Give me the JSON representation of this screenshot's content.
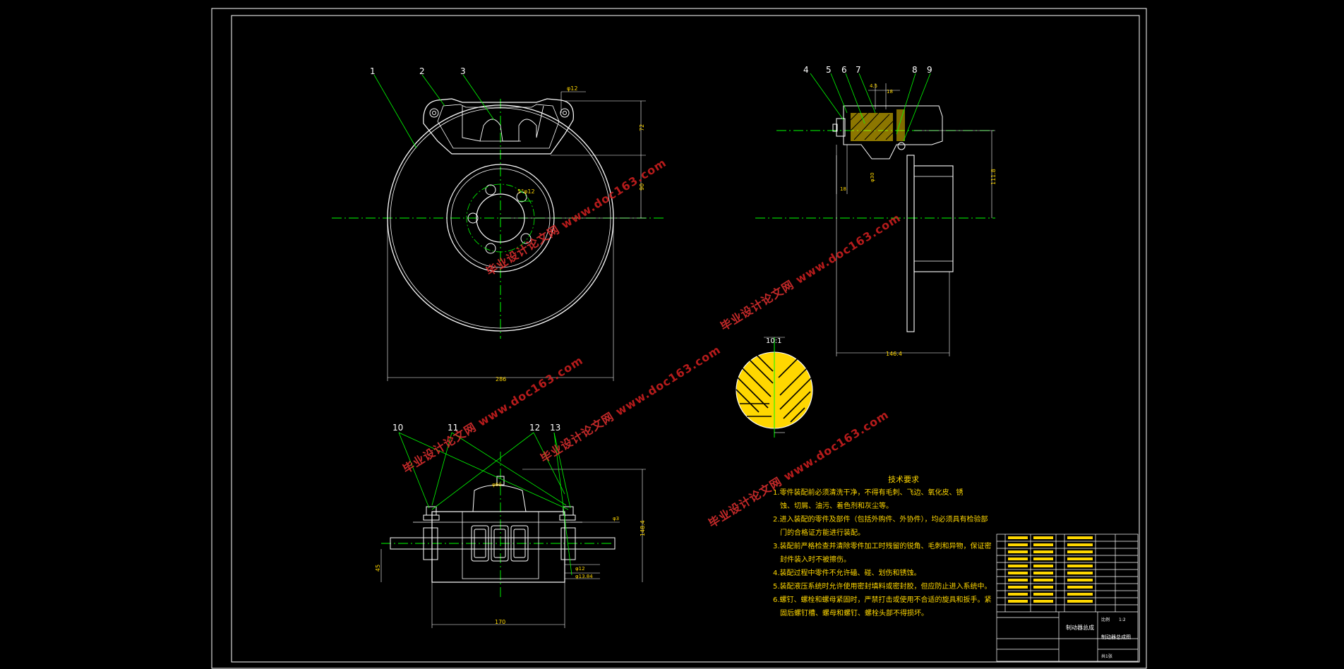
{
  "balloons": [
    "1",
    "2",
    "3",
    "4",
    "5",
    "6",
    "7",
    "8",
    "9",
    "10",
    "11",
    "12",
    "13"
  ],
  "dims": {
    "d_front_bore": "φ12",
    "d_72": "72",
    "d_90": "90",
    "d_286": "286",
    "d_bolt": "5°φ12",
    "d_side_45": "4.5",
    "d_side_18a": "18",
    "d_side_18": "18",
    "d_side_118": "111.8",
    "d_side_1465": "146.4",
    "d_side_phi": "φ30",
    "d_scale": "10:1",
    "d_bot_1484": "148.4",
    "d_bot_45": "45",
    "d_bot_170": "170",
    "d_bot_phi60": "φ60",
    "d_bot_phi12": "φ12",
    "d_bot_phi1384": "φ13.84",
    "d_bot_small": "φ3"
  },
  "notes": {
    "title": "技术要求",
    "items": [
      "1.零件装配前必须清洗干净，不得有毛刺、飞边、氧化皮、锈",
      "蚀、切屑、油污、着色剂和灰尘等。",
      "2.进入装配的零件及部件（包括外购件、外协件），均必须具有检验部",
      "门的合格证方能进行装配。",
      "3.装配前严格检查并清除零件加工时残留的锐角、毛刺和异物，保证密",
      "封件装入时不被擦伤。",
      "4.装配过程中零件不允许磕、碰、划伤和锈蚀。",
      "5.装配液压系统时允许使用密封填料或密封胶，但应防止进入系统中。",
      "6.螺钉、螺栓和螺母紧固时，严禁打击或使用不合适的旋具和扳手。紧",
      "固后螺钉槽、螺母和螺钉、螺栓头部不得损坏。"
    ]
  },
  "title_block": {
    "drawing_name": "制动器总成图",
    "assembly_label": "制动器总成",
    "scale_label": "比例",
    "scale_value": "1:2",
    "sheet": "共1张"
  },
  "watermarks": [
    {
      "zh": "毕业设计论文网",
      "url": "www.doc163.com"
    },
    {
      "zh": "毕业设计论文网",
      "url": "www.doc163.com"
    },
    {
      "zh": "毕业设计论文网",
      "url": "www.doc163.com"
    },
    {
      "zh": "毕业设计论文网",
      "url": "www.doc163.com"
    },
    {
      "zh": "毕业设计论文网",
      "url": "www.doc163.com"
    }
  ],
  "colors": {
    "outline": "#ffffff",
    "leader": "#00ff00",
    "centerline": "#00ff00",
    "text": "#ffd700",
    "hatch": "#ffd700",
    "watermark": "#d62020"
  }
}
